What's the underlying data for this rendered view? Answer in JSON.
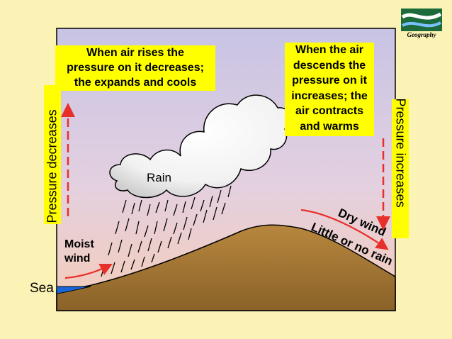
{
  "boxes": {
    "rising": "When air rises the pressure on it decreases; the expands and cools",
    "rising_lines": [
      "When air rises the",
      "pressure on it decreases;",
      "the expands and cools"
    ],
    "descending_lines": [
      "When the air",
      "descends the",
      "pressure on it",
      "increases; the",
      "air contracts",
      "and warms"
    ]
  },
  "vertical": {
    "left": "Pressure decreases",
    "right": "Pressure increases"
  },
  "labels": {
    "rain": "Rain",
    "moist_wind": [
      "Moist",
      "wind"
    ],
    "dry_wind": "Dry wind",
    "little_rain": "Little or no rain",
    "sea": "Sea"
  },
  "logo": {
    "text": "Geography"
  },
  "colors": {
    "background": "#fbf3b6",
    "sky_top": "#c9c4e3",
    "sky_bottom": "#f3cdbd",
    "land": "#b78740",
    "sea": "#1a66d6",
    "box": "#ffff00",
    "arrow": "#e8302a"
  }
}
